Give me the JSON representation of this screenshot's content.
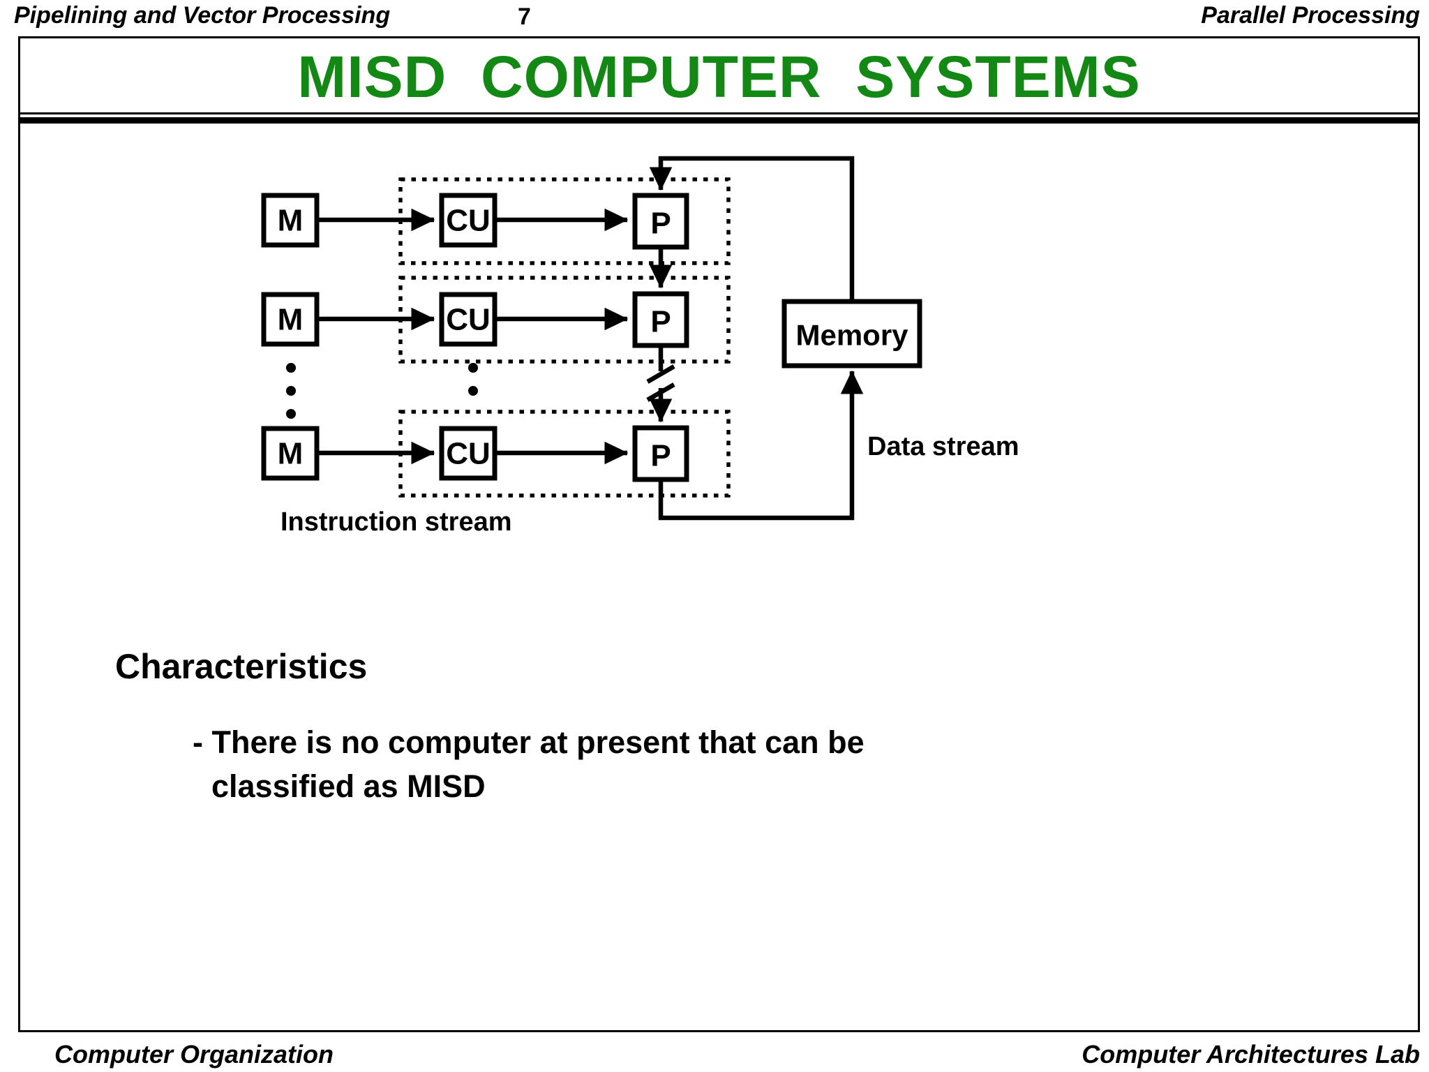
{
  "header": {
    "left": "Pipelining and Vector Processing",
    "page_number": "7",
    "right": "Parallel Processing"
  },
  "title": "MISD  COMPUTER  SYSTEMS",
  "colors": {
    "title_green": "#148814",
    "ink": "#000000"
  },
  "diagram": {
    "m_label": "M",
    "cu_label": "CU",
    "p_label": "P",
    "memory_label": "Memory",
    "instruction_stream_label": "Instruction stream",
    "data_stream_label": "Data stream"
  },
  "body": {
    "heading": "Characteristics",
    "bullet_line1": "- There is no computer at present that can be",
    "bullet_line2": "classified as MISD"
  },
  "footer": {
    "left": "Computer Organization",
    "right": "Computer Architectures Lab"
  }
}
